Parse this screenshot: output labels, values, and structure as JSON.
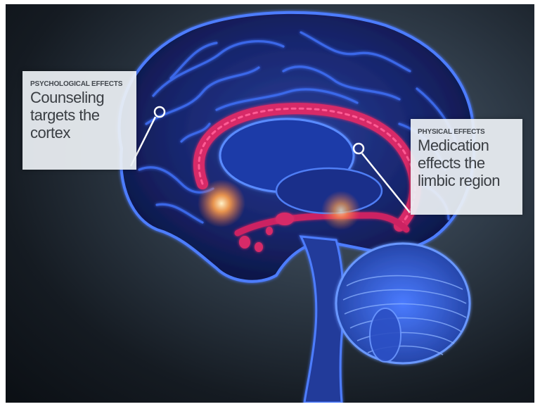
{
  "callouts": {
    "psychological": {
      "kicker": "PSYCHOLOGICAL EFFECTS",
      "text": "Counseling\ntargets the\ncortex"
    },
    "physical": {
      "kicker": "PHYSICAL EFFECTS",
      "text": "Medication\neffects the\nlimbic region"
    }
  },
  "colors": {
    "brain_glow": "#3d6bff",
    "limbic": "#e0306e",
    "hotspot": "#ff9a4a",
    "callout_bg": "#eef1f4"
  }
}
